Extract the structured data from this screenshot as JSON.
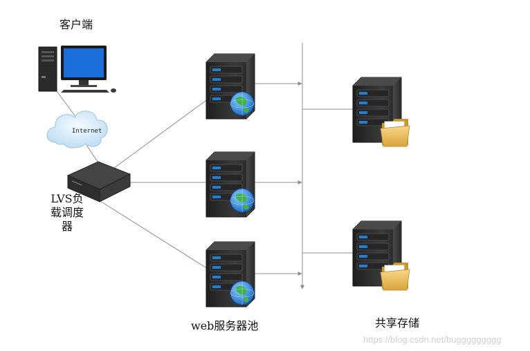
{
  "client": {
    "label": "客户端"
  },
  "internet": {
    "label": "Internet"
  },
  "lvs": {
    "label": "LVS负载调度器"
  },
  "web_pool": {
    "label": "web服务器池"
  },
  "storage": {
    "label": "共享存储"
  },
  "watermark": "https://blog.csdn.net/buggggggggg",
  "colors": {
    "line": "#8c8c8c",
    "server_body": "#2f2f2f",
    "server_led": "#1e7fd6",
    "monitor_screen": "#1a6fd8",
    "cloud": "#cfe6f7",
    "folder": "#e8b84a",
    "globe": "#2f8fe0"
  },
  "icons": {
    "client": "desktop-computer-icon",
    "cloud": "internet-cloud-icon",
    "lvs": "load-balancer-icon",
    "web_server": "web-server-globe-icon",
    "storage_server": "storage-server-folder-icon"
  }
}
